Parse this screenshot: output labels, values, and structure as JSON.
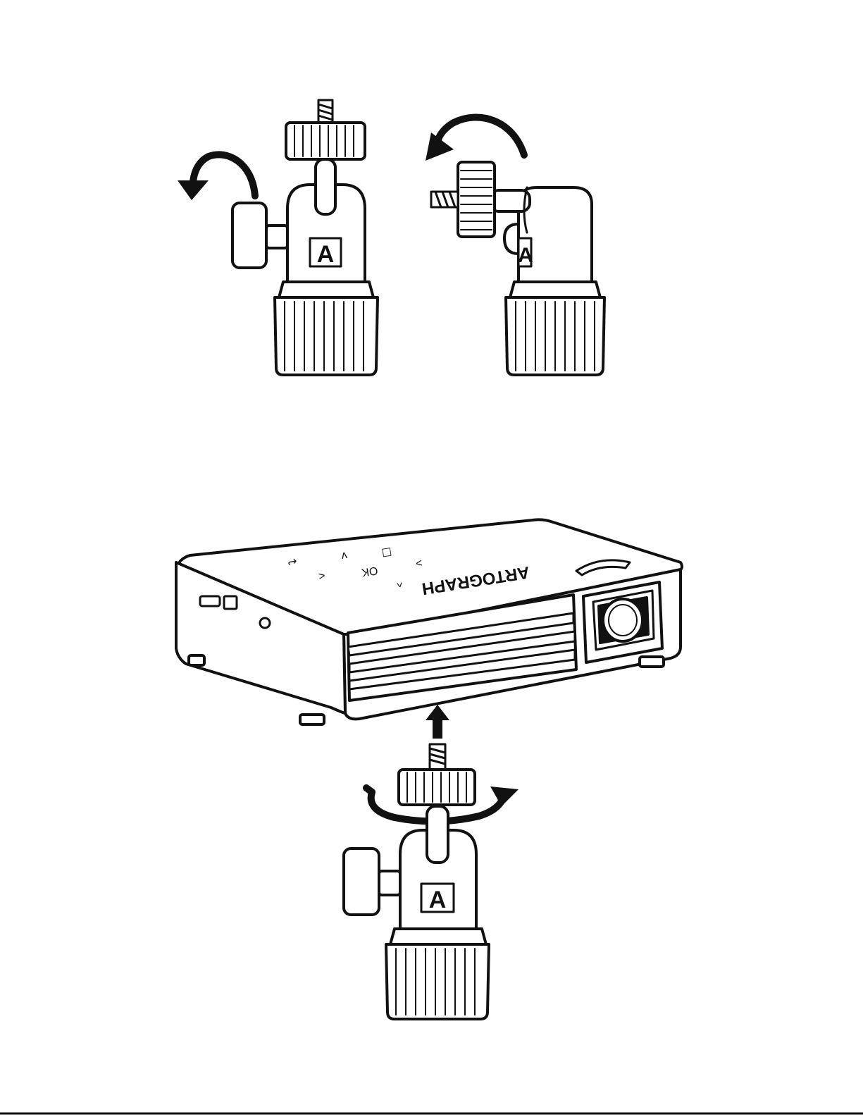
{
  "figures": {
    "mount_label": "A",
    "brand": "ARTOGRAPH",
    "keypad": {
      "ok": "OK",
      "up": "^",
      "down": "v",
      "left": "<",
      "right": ">",
      "back": "↩",
      "menu": "☐"
    }
  },
  "colors": {
    "ink": "#111111",
    "paper": "#ffffff"
  },
  "icons": [
    "swivel-rotate-arrow-icon",
    "up-arrow-icon",
    "turn-arrow-icon",
    "keypad-icons"
  ]
}
